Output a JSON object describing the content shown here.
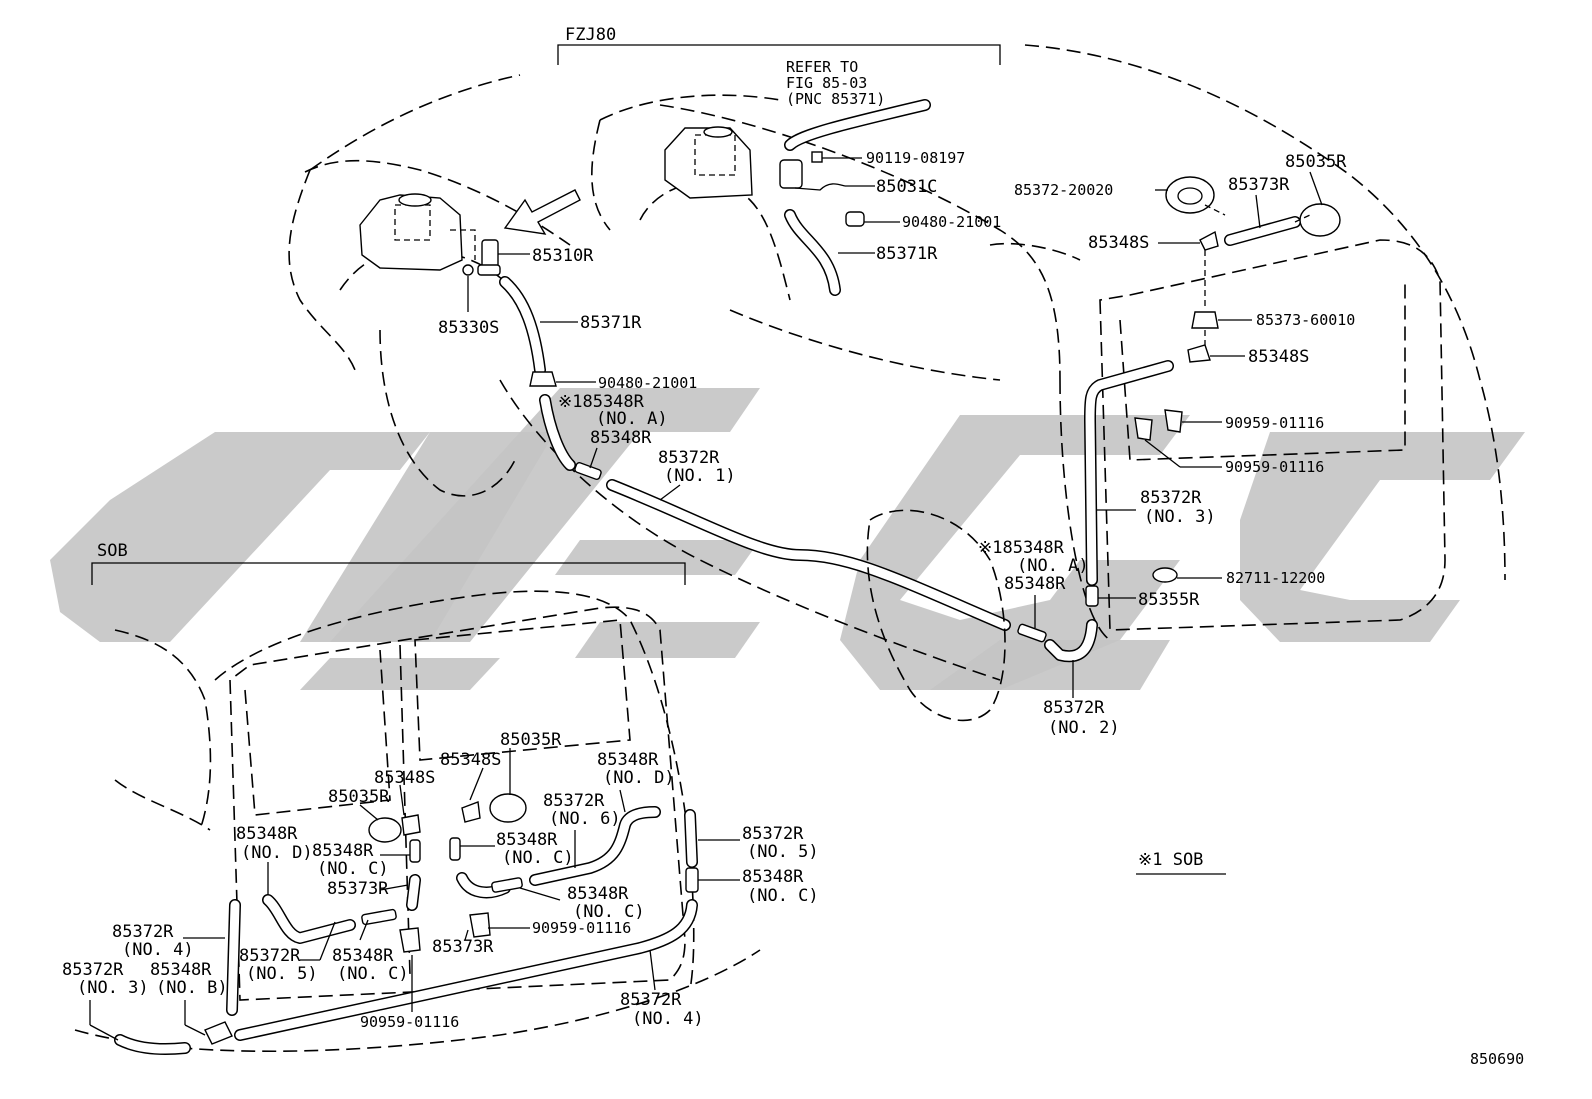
{
  "sections": {
    "fzj80": "FZJ80",
    "sob": "SOB",
    "note": "※1 SOB",
    "figure_number": "850690"
  },
  "colors": {
    "line": "#000000",
    "watermark": "#c4c4c4",
    "background": "#ffffff"
  },
  "labels": {
    "refer_1": "REFER TO",
    "refer_2": "FIG 85-03",
    "refer_3": "(PNC 85371)",
    "p90119_08197": "90119-08197",
    "p85031c": "85031C",
    "p90480_21001_top": "90480-21001",
    "p85371r_top": "85371R",
    "p85310r": "85310R",
    "p85330s": "85330S",
    "p85371r_left": "85371R",
    "p90480_21001_left": "90480-21001",
    "p185348r_a_left": "※185348R",
    "noa_left": "(NO. A)",
    "p85348r_left": "85348R",
    "p85372r_no1": "85372R",
    "no1": "(NO. 1)",
    "p85035r_right": "85035R",
    "p85372_20020": "85372-20020",
    "p85373r_right": "85373R",
    "p85348s_right_top": "85348S",
    "p85373_60010": "85373-60010",
    "p85348s_right": "85348S",
    "p90959_01116_r1": "90959-01116",
    "p90959_01116_r2": "90959-01116",
    "p85372r_no3_right": "85372R",
    "no3_right": "(NO. 3)",
    "p185348r_a_right": "※185348R",
    "noa_right": "(NO. A)",
    "p85348r_right": "85348R",
    "p82711_12200": "82711-12200",
    "p85355r": "85355R",
    "p85372r_no2": "85372R",
    "no2": "(NO. 2)",
    "sob_85035r_mid": "85035R",
    "sob_85348s_mid": "85348S",
    "sob_85348r_nod_mid": "85348R",
    "sob_nod_mid": "(NO. D)",
    "sob_85348s_left": "85348S",
    "sob_85035r_left": "85035R",
    "sob_85372r_no6": "85372R",
    "sob_no6": "(NO. 6)",
    "sob_85348r_nod_left": "85348R",
    "sob_nod_left": "(NO. D)",
    "sob_85348r_noc_left": "85348R",
    "sob_noc_left": "(NO. C)",
    "sob_85348r_noc_mid": "85348R",
    "sob_noc_mid": "(NO. C)",
    "sob_85372r_no5_right": "85372R",
    "sob_no5_right": "(NO. 5)",
    "sob_85348r_noc_right": "85348R",
    "sob_noc_right": "(NO. C)",
    "sob_85373r_left": "85373R",
    "sob_85348r_noc_center": "85348R",
    "sob_noc_center": "(NO. C)",
    "sob_90959_01116_mid": "90959-01116",
    "sob_85372r_no4_left": "85372R",
    "sob_no4_left": "(NO. 4)",
    "sob_85372r_no5_left": "85372R",
    "sob_no5_left": "(NO. 5)",
    "sob_85348r_noc_bl": "85348R",
    "sob_noc_bl": "(NO. C)",
    "sob_85373r_mid": "85373R",
    "sob_85372r_no3": "85372R",
    "sob_no3": "(NO. 3)",
    "sob_85348r_nob": "85348R",
    "sob_nob": "(NO. B)",
    "sob_90959_01116_bottom": "90959-01116",
    "sob_85372r_no4_bottom": "85372R",
    "sob_no4_bottom": "(NO. 4)"
  }
}
